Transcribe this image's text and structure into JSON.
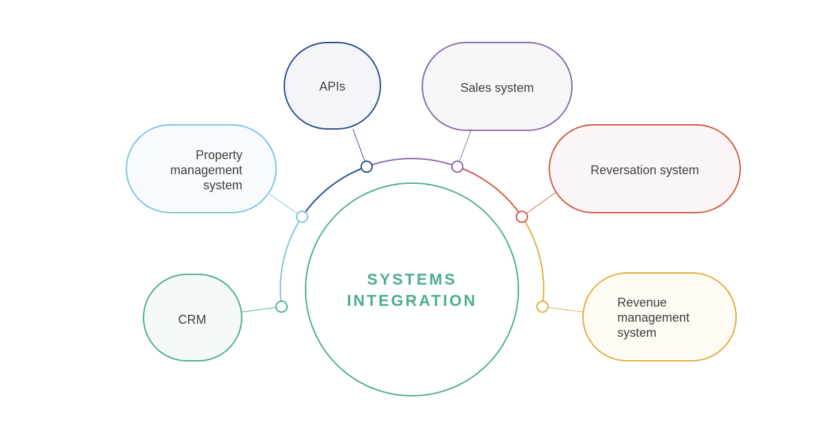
{
  "center": {
    "line1": "SYSTEMS",
    "line2": "INTEGRATION",
    "color": "#4daf8c"
  },
  "nodes": [
    {
      "id": "apis",
      "lines": [
        "APIs"
      ],
      "color": "#2a4a8a",
      "fill": "#f4f5f9"
    },
    {
      "id": "sales",
      "lines": [
        "Sales system"
      ],
      "color": "#8a6aa8",
      "fill": "#f7f6f9"
    },
    {
      "id": "property",
      "lines": [
        "Property",
        "management",
        "system"
      ],
      "color": "#7ec4df",
      "fill": "#f7fbfd"
    },
    {
      "id": "reservation",
      "lines": [
        "Reversation system"
      ],
      "color": "#cf5a43",
      "fill": "#fcf7f6"
    },
    {
      "id": "crm",
      "lines": [
        "CRM"
      ],
      "color": "#4daf8c",
      "fill": "#f5faf7"
    },
    {
      "id": "revenue",
      "lines": [
        "Revenue",
        "management",
        "system"
      ],
      "color": "#e3ad3e",
      "fill": "#fefbf4"
    }
  ]
}
